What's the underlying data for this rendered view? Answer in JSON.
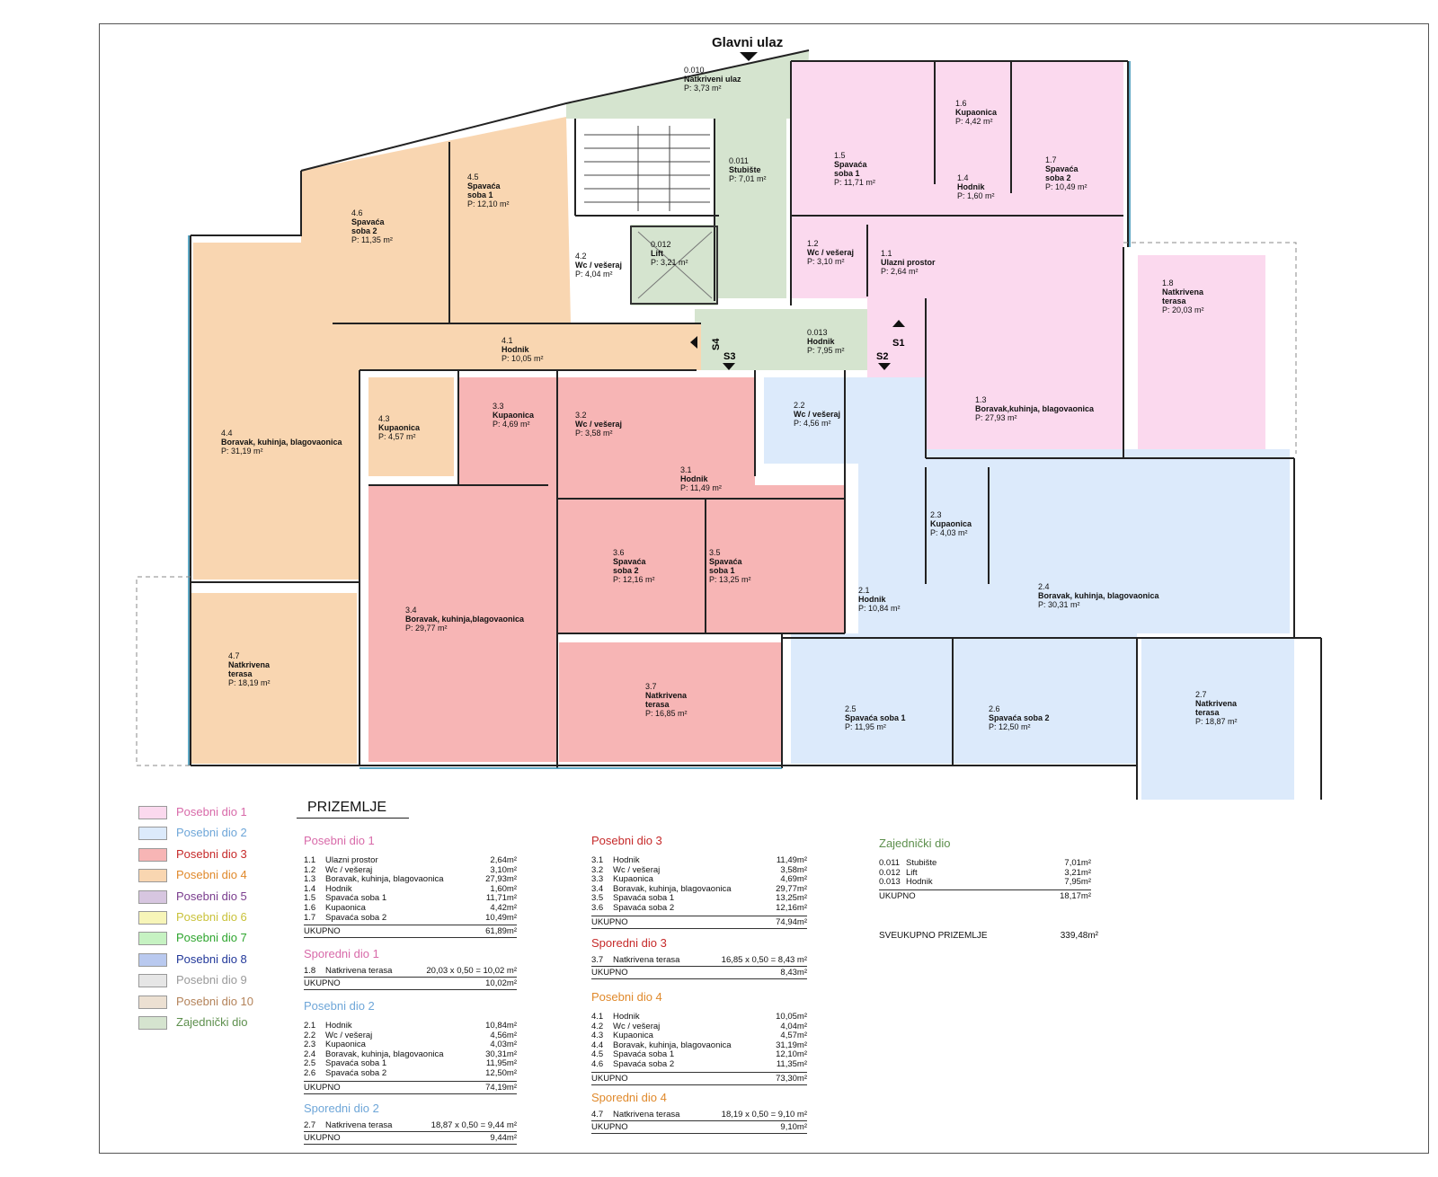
{
  "colors": {
    "pd1": "#fbd9ee",
    "pd2": "#dceafb",
    "pd3": "#f7b5b5",
    "pd4": "#f9d6b1",
    "pd5": "#d7c6e0",
    "pd6": "#f7f5b8",
    "pd7": "#c6f2c2",
    "pd8": "#b9c9ef",
    "pd9": "#e6e6e6",
    "pd10": "#ece0d2",
    "common": "#d5e4cf"
  },
  "plan": {
    "entrance_label": "Glavni ulaz",
    "stair_marks": [
      "S1",
      "S2",
      "S3",
      "S4"
    ],
    "rooms": [
      {
        "no": "0.010",
        "name": "Natkriveni ulaz",
        "area": "P: 3,73 m²"
      },
      {
        "no": "0.011",
        "name": "Stubište",
        "area": "P: 7,01 m²"
      },
      {
        "no": "0.012",
        "name": "Lift",
        "area": "P: 3,21 m²"
      },
      {
        "no": "0.013",
        "name": "Hodnik",
        "area": "P: 7,95 m²"
      },
      {
        "no": "1.1",
        "name": "Ulazni prostor",
        "area": "P: 2,64 m²"
      },
      {
        "no": "1.2",
        "name": "Wc / vešeraj",
        "area": "P: 3,10 m²"
      },
      {
        "no": "1.3",
        "name": "Boravak,kuhinja, blagovaonica",
        "area": "P: 27,93 m²"
      },
      {
        "no": "1.4",
        "name": "Hodnik",
        "area": "P: 1,60 m²"
      },
      {
        "no": "1.5",
        "name": "Spavaća soba 1",
        "area": "P: 11,71 m²"
      },
      {
        "no": "1.6",
        "name": "Kupaonica",
        "area": "P: 4,42 m²"
      },
      {
        "no": "1.7",
        "name": "Spavaća soba 2",
        "area": "P: 10,49 m²"
      },
      {
        "no": "1.8",
        "name": "Natkrivena terasa",
        "area": "P: 20,03 m²"
      },
      {
        "no": "2.1",
        "name": "Hodnik",
        "area": "P: 10,84 m²"
      },
      {
        "no": "2.2",
        "name": "Wc / vešeraj",
        "area": "P: 4,56 m²"
      },
      {
        "no": "2.3",
        "name": "Kupaonica",
        "area": "P: 4,03 m²"
      },
      {
        "no": "2.4",
        "name": "Boravak, kuhinja, blagovaonica",
        "area": "P: 30,31 m²"
      },
      {
        "no": "2.5",
        "name": "Spavaća soba 1",
        "area": "P: 11,95 m²"
      },
      {
        "no": "2.6",
        "name": "Spavaća soba 2",
        "area": "P: 12,50 m²"
      },
      {
        "no": "2.7",
        "name": "Natkrivena terasa",
        "area": "P: 18,87 m²"
      },
      {
        "no": "3.1",
        "name": "Hodnik",
        "area": "P: 11,49 m²"
      },
      {
        "no": "3.2",
        "name": "Wc / vešeraj",
        "area": "P: 3,58 m²"
      },
      {
        "no": "3.3",
        "name": "Kupaonica",
        "area": "P: 4,69 m²"
      },
      {
        "no": "3.4",
        "name": "Boravak, kuhinja,blagovaonica",
        "area": "P: 29,77 m²"
      },
      {
        "no": "3.5",
        "name": "Spavaća soba 1",
        "area": "P: 13,25 m²"
      },
      {
        "no": "3.6",
        "name": "Spavaća soba 2",
        "area": "P: 12,16 m²"
      },
      {
        "no": "3.7",
        "name": "Natkrivena terasa",
        "area": "P: 16,85 m²"
      },
      {
        "no": "4.1",
        "name": "Hodnik",
        "area": "P: 10,05 m²"
      },
      {
        "no": "4.2",
        "name": "Wc / vešeraj",
        "area": "P: 4,04 m²"
      },
      {
        "no": "4.3",
        "name": "Kupaonica",
        "area": "P: 4,57 m²"
      },
      {
        "no": "4.4",
        "name": "Boravak, kuhinja, blagovaonica",
        "area": "P: 31,19 m²"
      },
      {
        "no": "4.5",
        "name": "Spavaća soba 1",
        "area": "P: 12,10 m²"
      },
      {
        "no": "4.6",
        "name": "Spavaća soba 2",
        "area": "P: 11,35 m²"
      },
      {
        "no": "4.7",
        "name": "Natkrivena terasa",
        "area": "P: 18,19 m²"
      }
    ]
  },
  "legend": [
    {
      "label": "Posebni dio 1",
      "color": "#fbd9ee",
      "text_color": "#d86aa9"
    },
    {
      "label": "Posebni dio 2",
      "color": "#dceafb",
      "text_color": "#6ea6d8"
    },
    {
      "label": "Posebni dio 3",
      "color": "#f7b5b5",
      "text_color": "#c62a2a"
    },
    {
      "label": "Posebni dio 4",
      "color": "#f9d6b1",
      "text_color": "#e0892b"
    },
    {
      "label": "Posebni dio 5",
      "color": "#d7c6e0",
      "text_color": "#7a3d8e"
    },
    {
      "label": "Posebni dio 6",
      "color": "#f7f5b8",
      "text_color": "#c9c23a"
    },
    {
      "label": "Posebni dio 7",
      "color": "#c6f2c2",
      "text_color": "#2ea52e"
    },
    {
      "label": "Posebni dio 8",
      "color": "#b9c9ef",
      "text_color": "#22389a"
    },
    {
      "label": "Posebni dio 9",
      "color": "#e6e6e6",
      "text_color": "#9a9a9a"
    },
    {
      "label": "Posebni dio 10",
      "color": "#ece0d2",
      "text_color": "#b4835a"
    },
    {
      "label": "Zajednički dio",
      "color": "#d5e4cf",
      "text_color": "#5d8f4d"
    }
  ],
  "summary": {
    "title": "PRIZEMLJE",
    "pd1": {
      "title": "Posebni dio 1",
      "rows": [
        {
          "no": "1.1",
          "label": "Ulazni prostor",
          "value": "2,64m²"
        },
        {
          "no": "1.2",
          "label": "Wc / vešeraj",
          "value": "3,10m²"
        },
        {
          "no": "1.3",
          "label": "Boravak, kuhinja, blagovaonica",
          "value": "27,93m²"
        },
        {
          "no": "1.4",
          "label": "Hodnik",
          "value": "1,60m²"
        },
        {
          "no": "1.5",
          "label": "Spavaća soba 1",
          "value": "11,71m²"
        },
        {
          "no": "1.6",
          "label": "Kupaonica",
          "value": "4,42m²"
        },
        {
          "no": "1.7",
          "label": "Spavaća soba 2",
          "value": "10,49m²"
        }
      ],
      "total_label": "UKUPNO",
      "total": "61,89m²"
    },
    "sd1": {
      "title": "Sporedni dio 1",
      "row": {
        "no": "1.8",
        "label": "Natkrivena terasa",
        "value": "20,03 x 0,50 = 10,02 m²"
      },
      "total_label": "UKUPNO",
      "total": "10,02m²"
    },
    "pd2": {
      "title": "Posebni dio 2",
      "rows": [
        {
          "no": "2.1",
          "label": "Hodnik",
          "value": "10,84m²"
        },
        {
          "no": "2.2",
          "label": "Wc / vešeraj",
          "value": "4,56m²"
        },
        {
          "no": "2.3",
          "label": "Kupaonica",
          "value": "4,03m²"
        },
        {
          "no": "2.4",
          "label": "Boravak, kuhinja, blagovaonica",
          "value": "30,31m²"
        },
        {
          "no": "2.5",
          "label": "Spavaća soba 1",
          "value": "11,95m²"
        },
        {
          "no": "2.6",
          "label": "Spavaća soba 2",
          "value": "12,50m²"
        }
      ],
      "total_label": "UKUPNO",
      "total": "74,19m²"
    },
    "sd2": {
      "title": "Sporedni dio 2",
      "row": {
        "no": "2.7",
        "label": "Natkrivena terasa",
        "value": "18,87 x 0,50 = 9,44 m²"
      },
      "total_label": "UKUPNO",
      "total": "9,44m²"
    },
    "pd3": {
      "title": "Posebni dio 3",
      "rows": [
        {
          "no": "3.1",
          "label": "Hodnik",
          "value": "11,49m²"
        },
        {
          "no": "3.2",
          "label": "Wc / vešeraj",
          "value": "3,58m²"
        },
        {
          "no": "3.3",
          "label": "Kupaonica",
          "value": "4,69m²"
        },
        {
          "no": "3.4",
          "label": "Boravak, kuhinja, blagovaonica",
          "value": "29,77m²"
        },
        {
          "no": "3.5",
          "label": "Spavaća soba 1",
          "value": "13,25m²"
        },
        {
          "no": "3.6",
          "label": "Spavaća soba 2",
          "value": "12,16m²"
        }
      ],
      "total_label": "UKUPNO",
      "total": "74,94m²"
    },
    "sd3": {
      "title": "Sporedni dio 3",
      "row": {
        "no": "3.7",
        "label": "Natkrivena terasa",
        "value": "16,85 x 0,50 = 8,43 m²"
      },
      "total_label": "UKUPNO",
      "total": "8,43m²"
    },
    "pd4": {
      "title": "Posebni dio 4",
      "rows": [
        {
          "no": "4.1",
          "label": "Hodnik",
          "value": "10,05m²"
        },
        {
          "no": "4.2",
          "label": "Wc / vešeraj",
          "value": "4,04m²"
        },
        {
          "no": "4.3",
          "label": "Kupaonica",
          "value": "4,57m²"
        },
        {
          "no": "4.4",
          "label": "Boravak, kuhinja, blagovaonica",
          "value": "31,19m²"
        },
        {
          "no": "4.5",
          "label": "Spavaća soba 1",
          "value": "12,10m²"
        },
        {
          "no": "4.6",
          "label": "Spavaća soba 2",
          "value": "11,35m²"
        }
      ],
      "total_label": "UKUPNO",
      "total": "73,30m²"
    },
    "sd4": {
      "title": "Sporedni dio 4",
      "row": {
        "no": "4.7",
        "label": "Natkrivena terasa",
        "value": "18,19 x 0,50 = 9,10 m²"
      },
      "total_label": "UKUPNO",
      "total": "9,10m²"
    },
    "common": {
      "title": "Zajednički dio",
      "rows": [
        {
          "no": "0.011",
          "label": "Stubište",
          "value": "7,01m²"
        },
        {
          "no": "0.012",
          "label": "Lift",
          "value": "3,21m²"
        },
        {
          "no": "0.013",
          "label": "Hodnik",
          "value": "7,95m²"
        }
      ],
      "total_label": "UKUPNO",
      "total": "18,17m²"
    },
    "grand_label": "SVEUKUPNO PRIZEMLJE",
    "grand_total": "339,48m²"
  }
}
